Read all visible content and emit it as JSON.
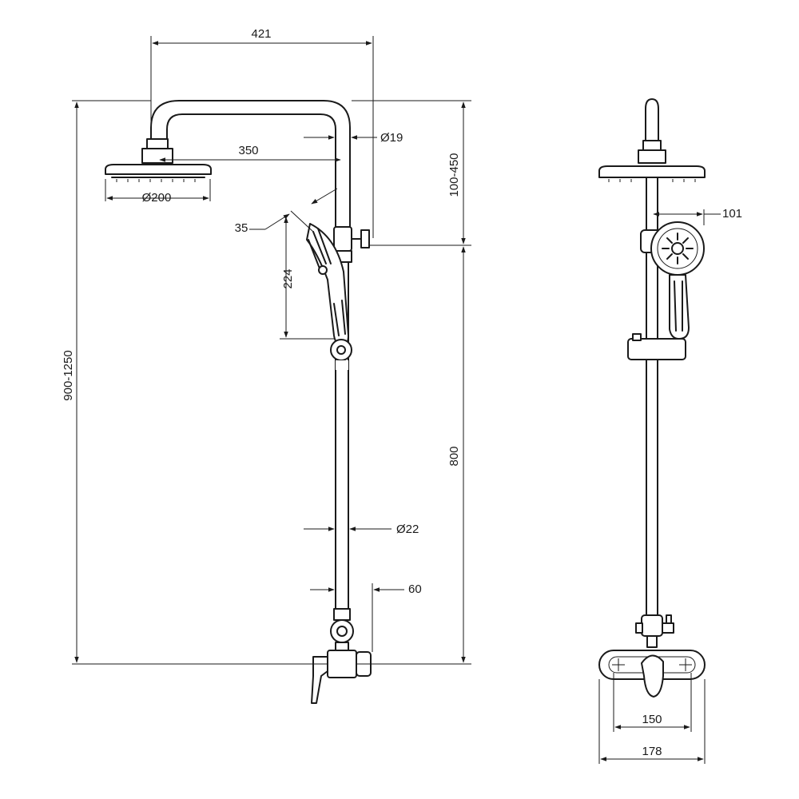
{
  "colors": {
    "line": "#1a1a1a",
    "background": "#ffffff"
  },
  "front_view": {
    "dim_arm_length": "421",
    "dim_arm_reach": "350",
    "dim_pipe_upper_diameter": "Ø19",
    "dim_head_diameter": "Ø200",
    "dim_height_adjust": "100-450",
    "dim_handset_angle": "35",
    "dim_handset_length": "224",
    "dim_total_height": "900-1250",
    "dim_bar_length": "800",
    "dim_pipe_lower_diameter": "Ø22",
    "dim_valve_projection": "60"
  },
  "side_view": {
    "dim_handset_diameter": "101",
    "dim_fixing_spacing": "150",
    "dim_mixer_width": "178"
  }
}
